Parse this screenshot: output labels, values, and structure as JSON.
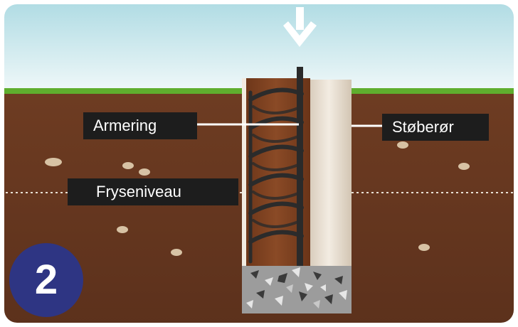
{
  "labels": {
    "rebar": "Armering",
    "casting_tube": "Støberør",
    "frost_level": "Fryseniveau"
  },
  "step_number": "2",
  "icons": {
    "arrow": "down-arrow-icon"
  },
  "colors": {
    "sky_top": "#b4dfe6",
    "sky_bottom": "#eef7f8",
    "grass": "#5fae2e",
    "soil": "#6b3a22",
    "soil_dark": "#5a2f1a",
    "hole_fill": "#7a4021",
    "tube": "#ece3d6",
    "gravel": "#9a9a9a",
    "label_bg": "#1d1d1d",
    "badge": "#2e3583"
  }
}
